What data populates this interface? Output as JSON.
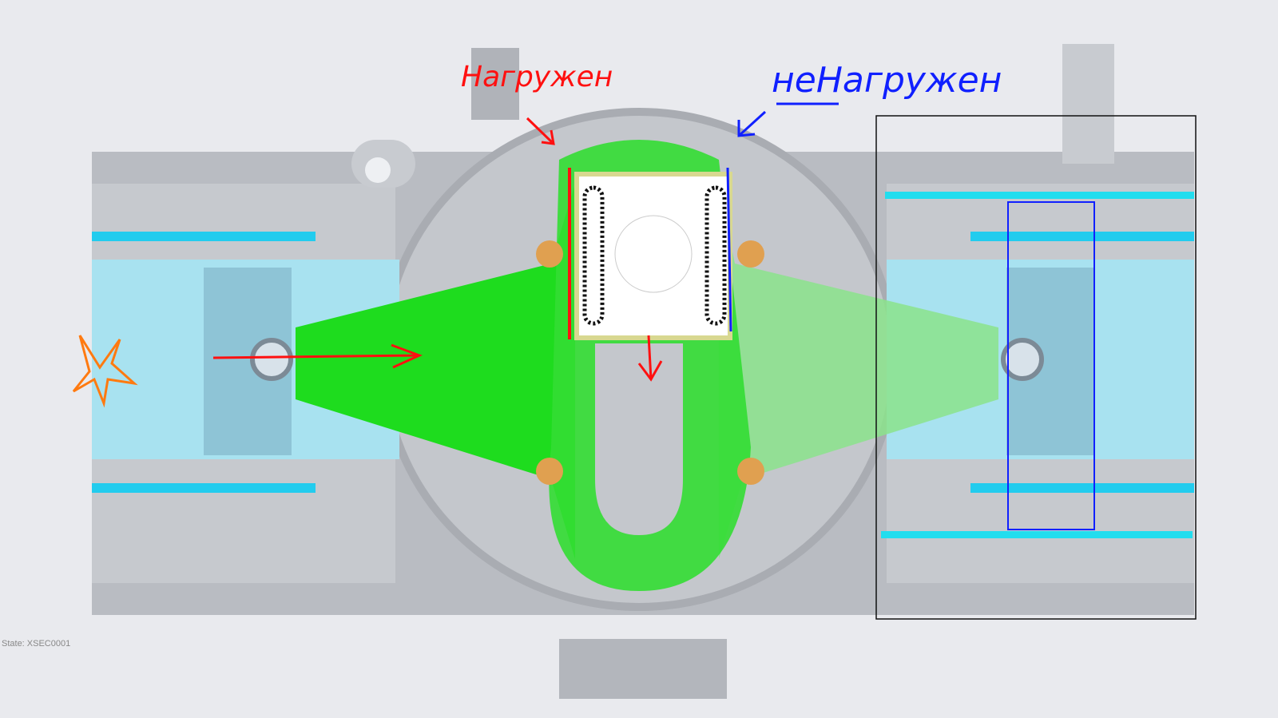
{
  "annotations": {
    "loaded_label": "Нагружен",
    "unloaded_label": "неНагружен"
  },
  "status": {
    "state_label": "State: XSEC0001"
  },
  "colors": {
    "loaded_side": "#ff1010",
    "unloaded_side": "#1020ff",
    "highlight": "#22dd22",
    "cyan": "#22ddee",
    "impact": "#ff7a10"
  }
}
